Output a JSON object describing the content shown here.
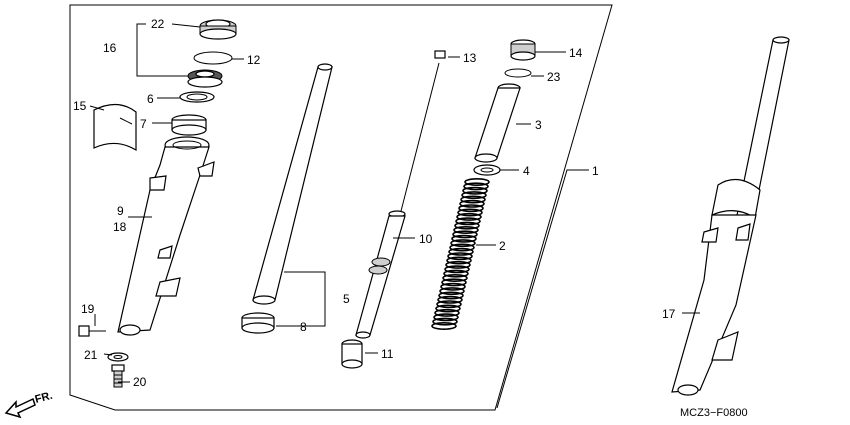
{
  "diagram_code": "MCZ3−F0800",
  "front_indicator": "FR.",
  "callouts": [
    {
      "id": "c22",
      "text": "22"
    },
    {
      "id": "c16",
      "text": "16"
    },
    {
      "id": "c12",
      "text": "12"
    },
    {
      "id": "c6",
      "text": "6"
    },
    {
      "id": "c15",
      "text": "15"
    },
    {
      "id": "c7",
      "text": "7"
    },
    {
      "id": "c9",
      "text": "9"
    },
    {
      "id": "c18",
      "text": "18"
    },
    {
      "id": "c19",
      "text": "19"
    },
    {
      "id": "c21",
      "text": "21"
    },
    {
      "id": "c20",
      "text": "20"
    },
    {
      "id": "c5",
      "text": "5"
    },
    {
      "id": "c8",
      "text": "8"
    },
    {
      "id": "c13",
      "text": "13"
    },
    {
      "id": "c10",
      "text": "10"
    },
    {
      "id": "c11",
      "text": "11"
    },
    {
      "id": "c14",
      "text": "14"
    },
    {
      "id": "c23",
      "text": "23"
    },
    {
      "id": "c3",
      "text": "3"
    },
    {
      "id": "c4",
      "text": "4"
    },
    {
      "id": "c1",
      "text": "1"
    },
    {
      "id": "c2",
      "text": "2"
    },
    {
      "id": "c17",
      "text": "17"
    }
  ]
}
